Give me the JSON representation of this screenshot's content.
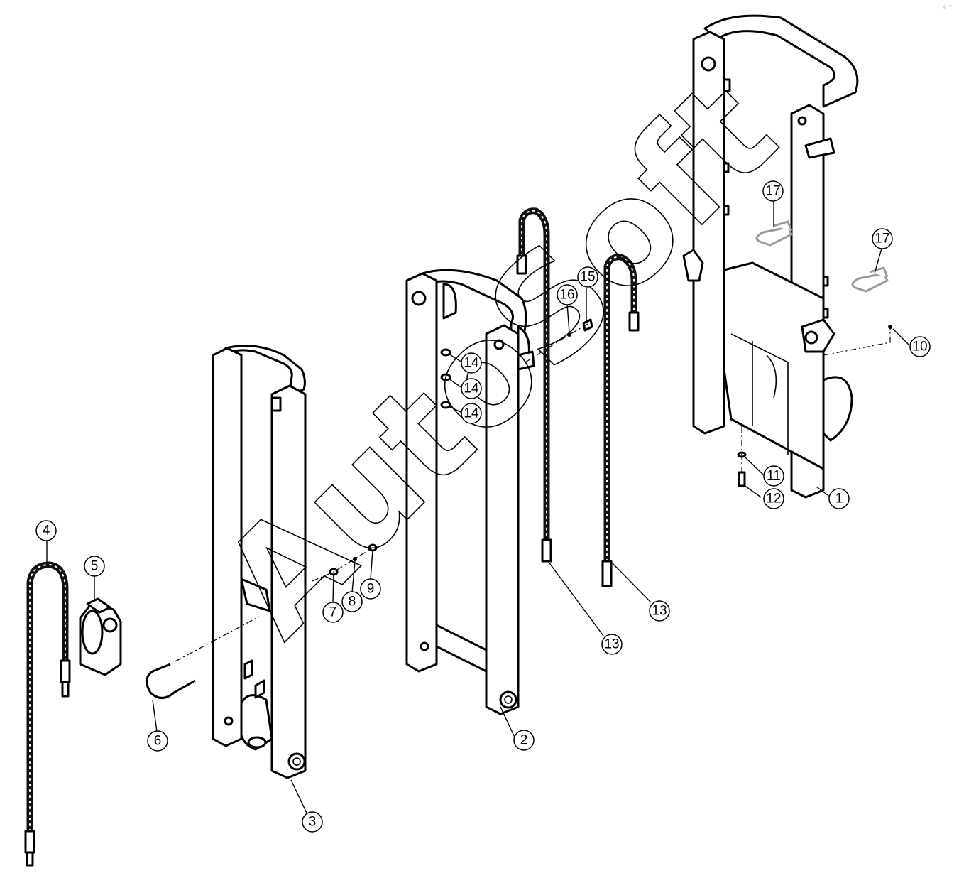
{
  "watermark": "AutoSoft",
  "corner_mark": "© ™",
  "callouts": [
    {
      "id": "c1",
      "label": "1"
    },
    {
      "id": "c2",
      "label": "2"
    },
    {
      "id": "c3",
      "label": "3"
    },
    {
      "id": "c4",
      "label": "4"
    },
    {
      "id": "c5",
      "label": "5"
    },
    {
      "id": "c6",
      "label": "6"
    },
    {
      "id": "c7",
      "label": "7"
    },
    {
      "id": "c8",
      "label": "8"
    },
    {
      "id": "c9",
      "label": "9"
    },
    {
      "id": "c10",
      "label": "10"
    },
    {
      "id": "c11",
      "label": "11"
    },
    {
      "id": "c12",
      "label": "12"
    },
    {
      "id": "c13a",
      "label": "13"
    },
    {
      "id": "c13b",
      "label": "13"
    },
    {
      "id": "c14a",
      "label": "14"
    },
    {
      "id": "c14b",
      "label": "14"
    },
    {
      "id": "c14c",
      "label": "14"
    },
    {
      "id": "c15",
      "label": "15"
    },
    {
      "id": "c16",
      "label": "16"
    },
    {
      "id": "c17a",
      "label": "17"
    },
    {
      "id": "c17b",
      "label": "17"
    }
  ]
}
